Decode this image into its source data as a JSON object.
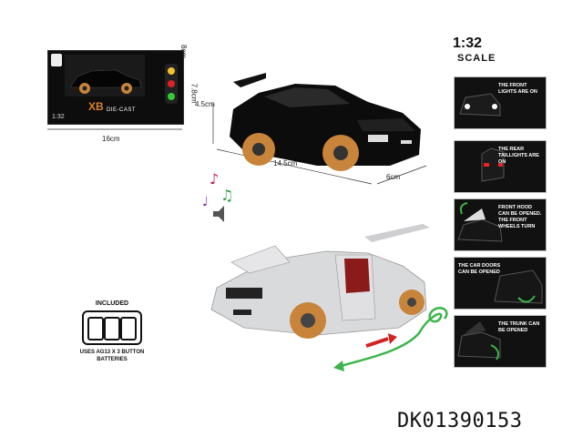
{
  "package": {
    "scale_label": "1:32",
    "brand_mark": "XB",
    "brand_text": "DIE-CAST",
    "width_label": "16cm",
    "height_label": "7.8cm",
    "depth_label": "8cm"
  },
  "car_dimensions": {
    "height": "4.5cm",
    "length": "14.5cm",
    "width": "6cm"
  },
  "scale": {
    "value": "1:32",
    "label": "SCALE"
  },
  "features": [
    {
      "text": "THE FRONT LIGHTS ARE ON"
    },
    {
      "text": "THE REAR TAILLIGHTS ARE ON"
    },
    {
      "text": "FRONT HOOD CAN BE OPENED. THE FRONT WHEELS TURN"
    },
    {
      "text": "THE CAR DOORS CAN BE OPENED"
    },
    {
      "text": "THE TRUNK CAN BE OPENED"
    }
  ],
  "battery": {
    "title": "INCLUDED",
    "note": "USES AG13 X 3 BUTTON BATTERIES"
  },
  "product_code": "DK01390153",
  "colors": {
    "wheel": "#c8843a",
    "black_car": "#0d0d0d",
    "silver_car": "#d9dadc",
    "arrow_red": "#d22222",
    "arrow_green": "#3bb54a",
    "music_note_pink": "#c2185b",
    "music_note_green": "#2e9e3e"
  }
}
